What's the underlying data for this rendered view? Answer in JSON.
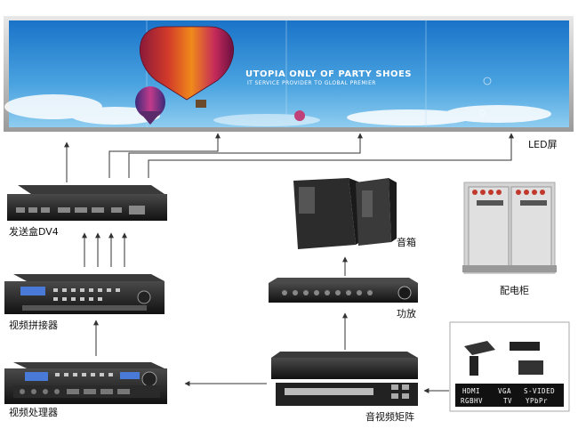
{
  "led_screen": {
    "label": "LED屏",
    "banner_line1": "UTOPIA ONLY OF PARTY SHOES",
    "banner_line2": "IT SERVICE PROVIDER TO GLOBAL PREMIER"
  },
  "devices": {
    "sender": "发送盒DV4",
    "splicer": "视频拼接器",
    "processor": "视频处理器",
    "speaker": "音箱",
    "amplifier": "功放",
    "cabinet": "配电柜",
    "matrix": "音视频矩阵"
  },
  "sources": {
    "row1": [
      "HDMI",
      "VGA",
      "S-VIDED"
    ],
    "row2": [
      "RGBHV",
      "TV",
      "YPbPr"
    ]
  }
}
